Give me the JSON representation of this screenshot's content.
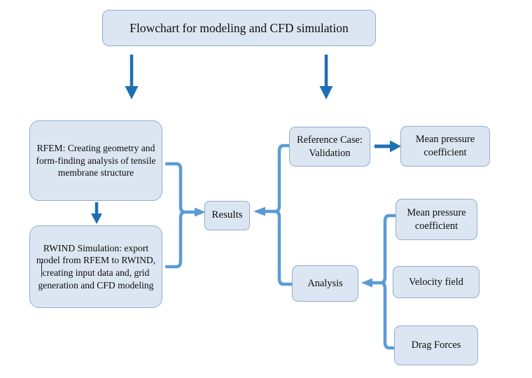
{
  "title_box": {
    "label": "Flowchart for modeling and CFD simulation"
  },
  "left_branch": {
    "rfem": {
      "label": "RFEM: Creating geometry and form-finding analysis of tensile membrane structure"
    },
    "rwind": {
      "label": "RWIND Simulation: export model from RFEM to RWIND, creating input data and, grid generation and CFD modeling"
    }
  },
  "center": {
    "results": {
      "label": "Results"
    }
  },
  "right_branch": {
    "reference_case": {
      "label": "Reference Case: Validation"
    },
    "reference_output": {
      "label": "Mean pressure coefficient"
    },
    "analysis": {
      "label": "Analysis"
    },
    "analysis_outputs": [
      {
        "label": "Mean pressure coefficient"
      },
      {
        "label": "Velocity field"
      },
      {
        "label": "Drag Forces"
      }
    ]
  },
  "connectors": {
    "title_to_rfem_arrow": "down-arrow-icon",
    "title_to_reference_arrow": "down-arrow-icon",
    "rfem_to_rwind_arrow": "down-arrow-icon",
    "left_brace": "merge-brace-icon",
    "right_brace": "split-brace-icon",
    "analysis_brace": "split-brace-icon",
    "reference_to_output_arrow": "right-arrow-icon"
  },
  "colors": {
    "node_fill": "#dce6f2",
    "node_border": "#8faecd",
    "arrow_blue": "#1f6fb4",
    "brace_blue": "#5b9bd5",
    "text": "#0d0d0d",
    "background": "#ffffff"
  }
}
